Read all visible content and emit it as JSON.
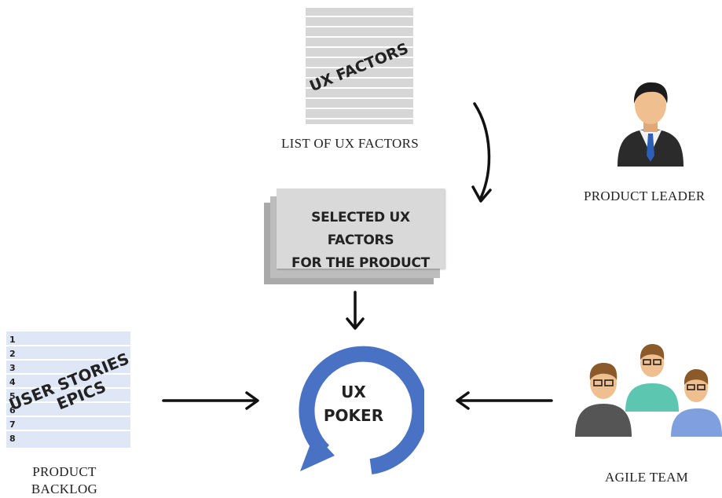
{
  "ux_factors_list": {
    "stamp": "UX FACTORS",
    "caption": "LIST OF UX FACTORS"
  },
  "selected_factors": {
    "line1": "SELECTED UX FACTORS",
    "line2": "FOR THE PRODUCT"
  },
  "product_leader": {
    "caption": "PRODUCT LEADER"
  },
  "backlog": {
    "row_numbers": [
      "1",
      "2",
      "3",
      "4",
      "5",
      "6",
      "7",
      "8"
    ],
    "stamp_line1": "USER STORIES",
    "stamp_line2": "EPICS",
    "caption_line1": "PRODUCT",
    "caption_line2": "BACKLOG"
  },
  "ux_poker": {
    "line1": "UX",
    "line2": "POKER"
  },
  "agile_team": {
    "caption": "AGILE TEAM"
  },
  "colors": {
    "cycle_blue": "#4a72c4",
    "paper_gray": "#d9d9d9",
    "backlog_blue": "#dfe6f6",
    "team_gray": "#555555",
    "team_teal": "#5cc6b0",
    "team_blue": "#7f9fdf"
  }
}
